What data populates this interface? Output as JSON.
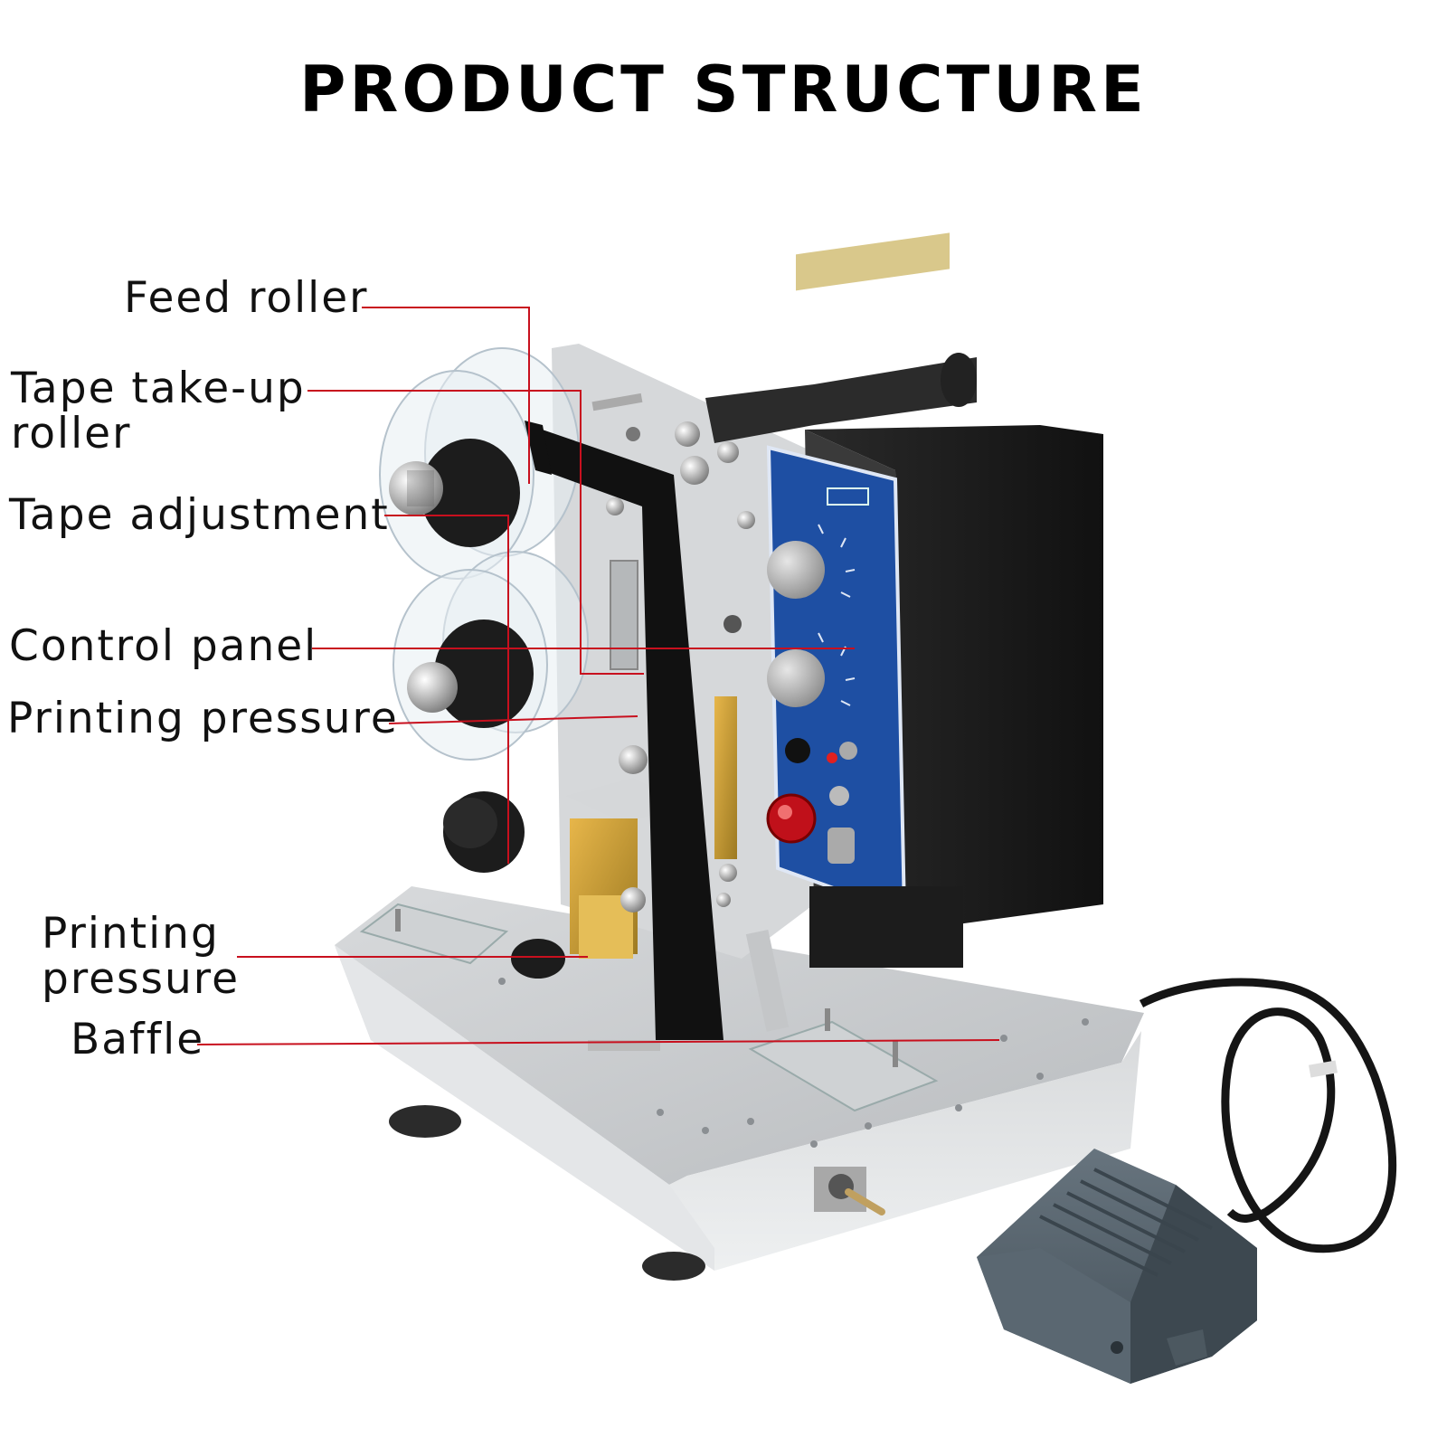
{
  "title": "PRODUCT STRUCTURE",
  "leader_color": "#c8101e",
  "labels": {
    "feed_roller": "Feed roller",
    "tape_takeup_line1": "Tape take-up",
    "tape_takeup_line2": "roller",
    "tape_adjustment": "Tape adjustment",
    "control_panel": "Control panel",
    "printing_pressure_1": "Printing pressure",
    "printing_pressure_2_line1": "Printing",
    "printing_pressure_2_line2": "pressure",
    "baffle": "Baffle"
  },
  "icons": [
    "hot-stamp-coding-machine-illustration",
    "foot-pedal-illustration"
  ]
}
